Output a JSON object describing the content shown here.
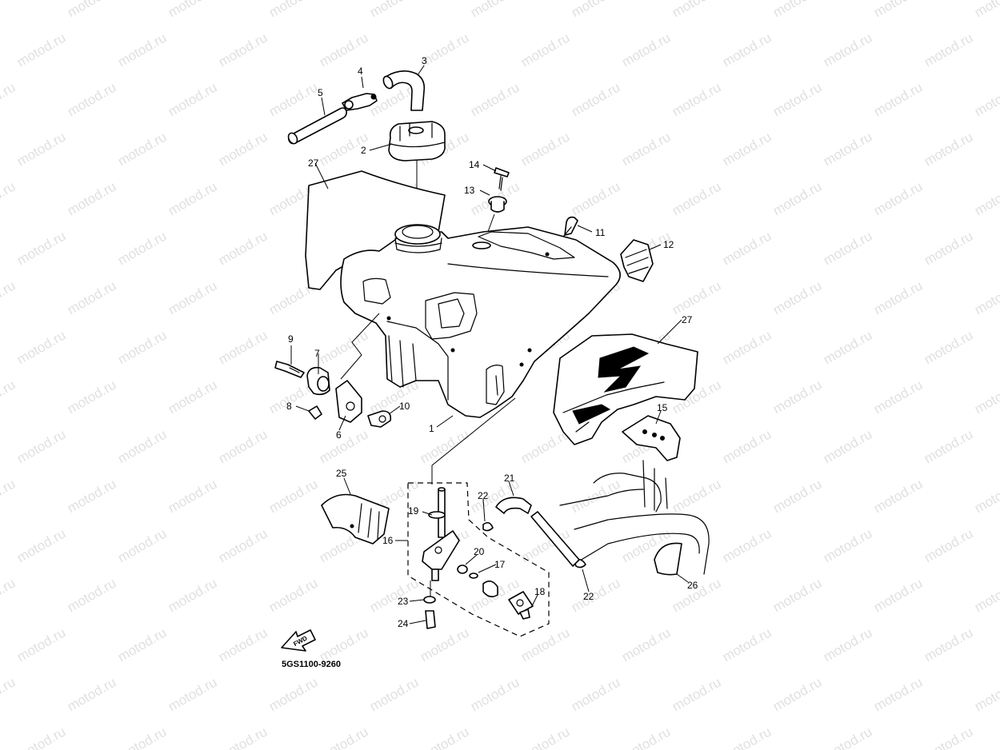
{
  "diagram": {
    "watermark_text": "motod.ru",
    "part_code": "5GS1100-9260",
    "fwd_arrow_text": "FWD",
    "callouts": [
      {
        "id": "c1",
        "text": "1"
      },
      {
        "id": "c2",
        "text": "2"
      },
      {
        "id": "c3",
        "text": "3"
      },
      {
        "id": "c4",
        "text": "4"
      },
      {
        "id": "c5",
        "text": "5"
      },
      {
        "id": "c6",
        "text": "6"
      },
      {
        "id": "c7",
        "text": "7"
      },
      {
        "id": "c8",
        "text": "8"
      },
      {
        "id": "c9",
        "text": "9"
      },
      {
        "id": "c10",
        "text": "10"
      },
      {
        "id": "c11",
        "text": "11"
      },
      {
        "id": "c12",
        "text": "12"
      },
      {
        "id": "c13",
        "text": "13"
      },
      {
        "id": "c14",
        "text": "14"
      },
      {
        "id": "c15",
        "text": "15"
      },
      {
        "id": "c16",
        "text": "16"
      },
      {
        "id": "c17",
        "text": "17"
      },
      {
        "id": "c18",
        "text": "18"
      },
      {
        "id": "c19",
        "text": "19"
      },
      {
        "id": "c20",
        "text": "20"
      },
      {
        "id": "c21",
        "text": "21"
      },
      {
        "id": "c22a",
        "text": "22"
      },
      {
        "id": "c22b",
        "text": "22"
      },
      {
        "id": "c23",
        "text": "23"
      },
      {
        "id": "c24",
        "text": "24"
      },
      {
        "id": "c25",
        "text": "25"
      },
      {
        "id": "c26",
        "text": "26"
      },
      {
        "id": "c27a",
        "text": "27"
      },
      {
        "id": "c27b",
        "text": "27"
      }
    ]
  }
}
